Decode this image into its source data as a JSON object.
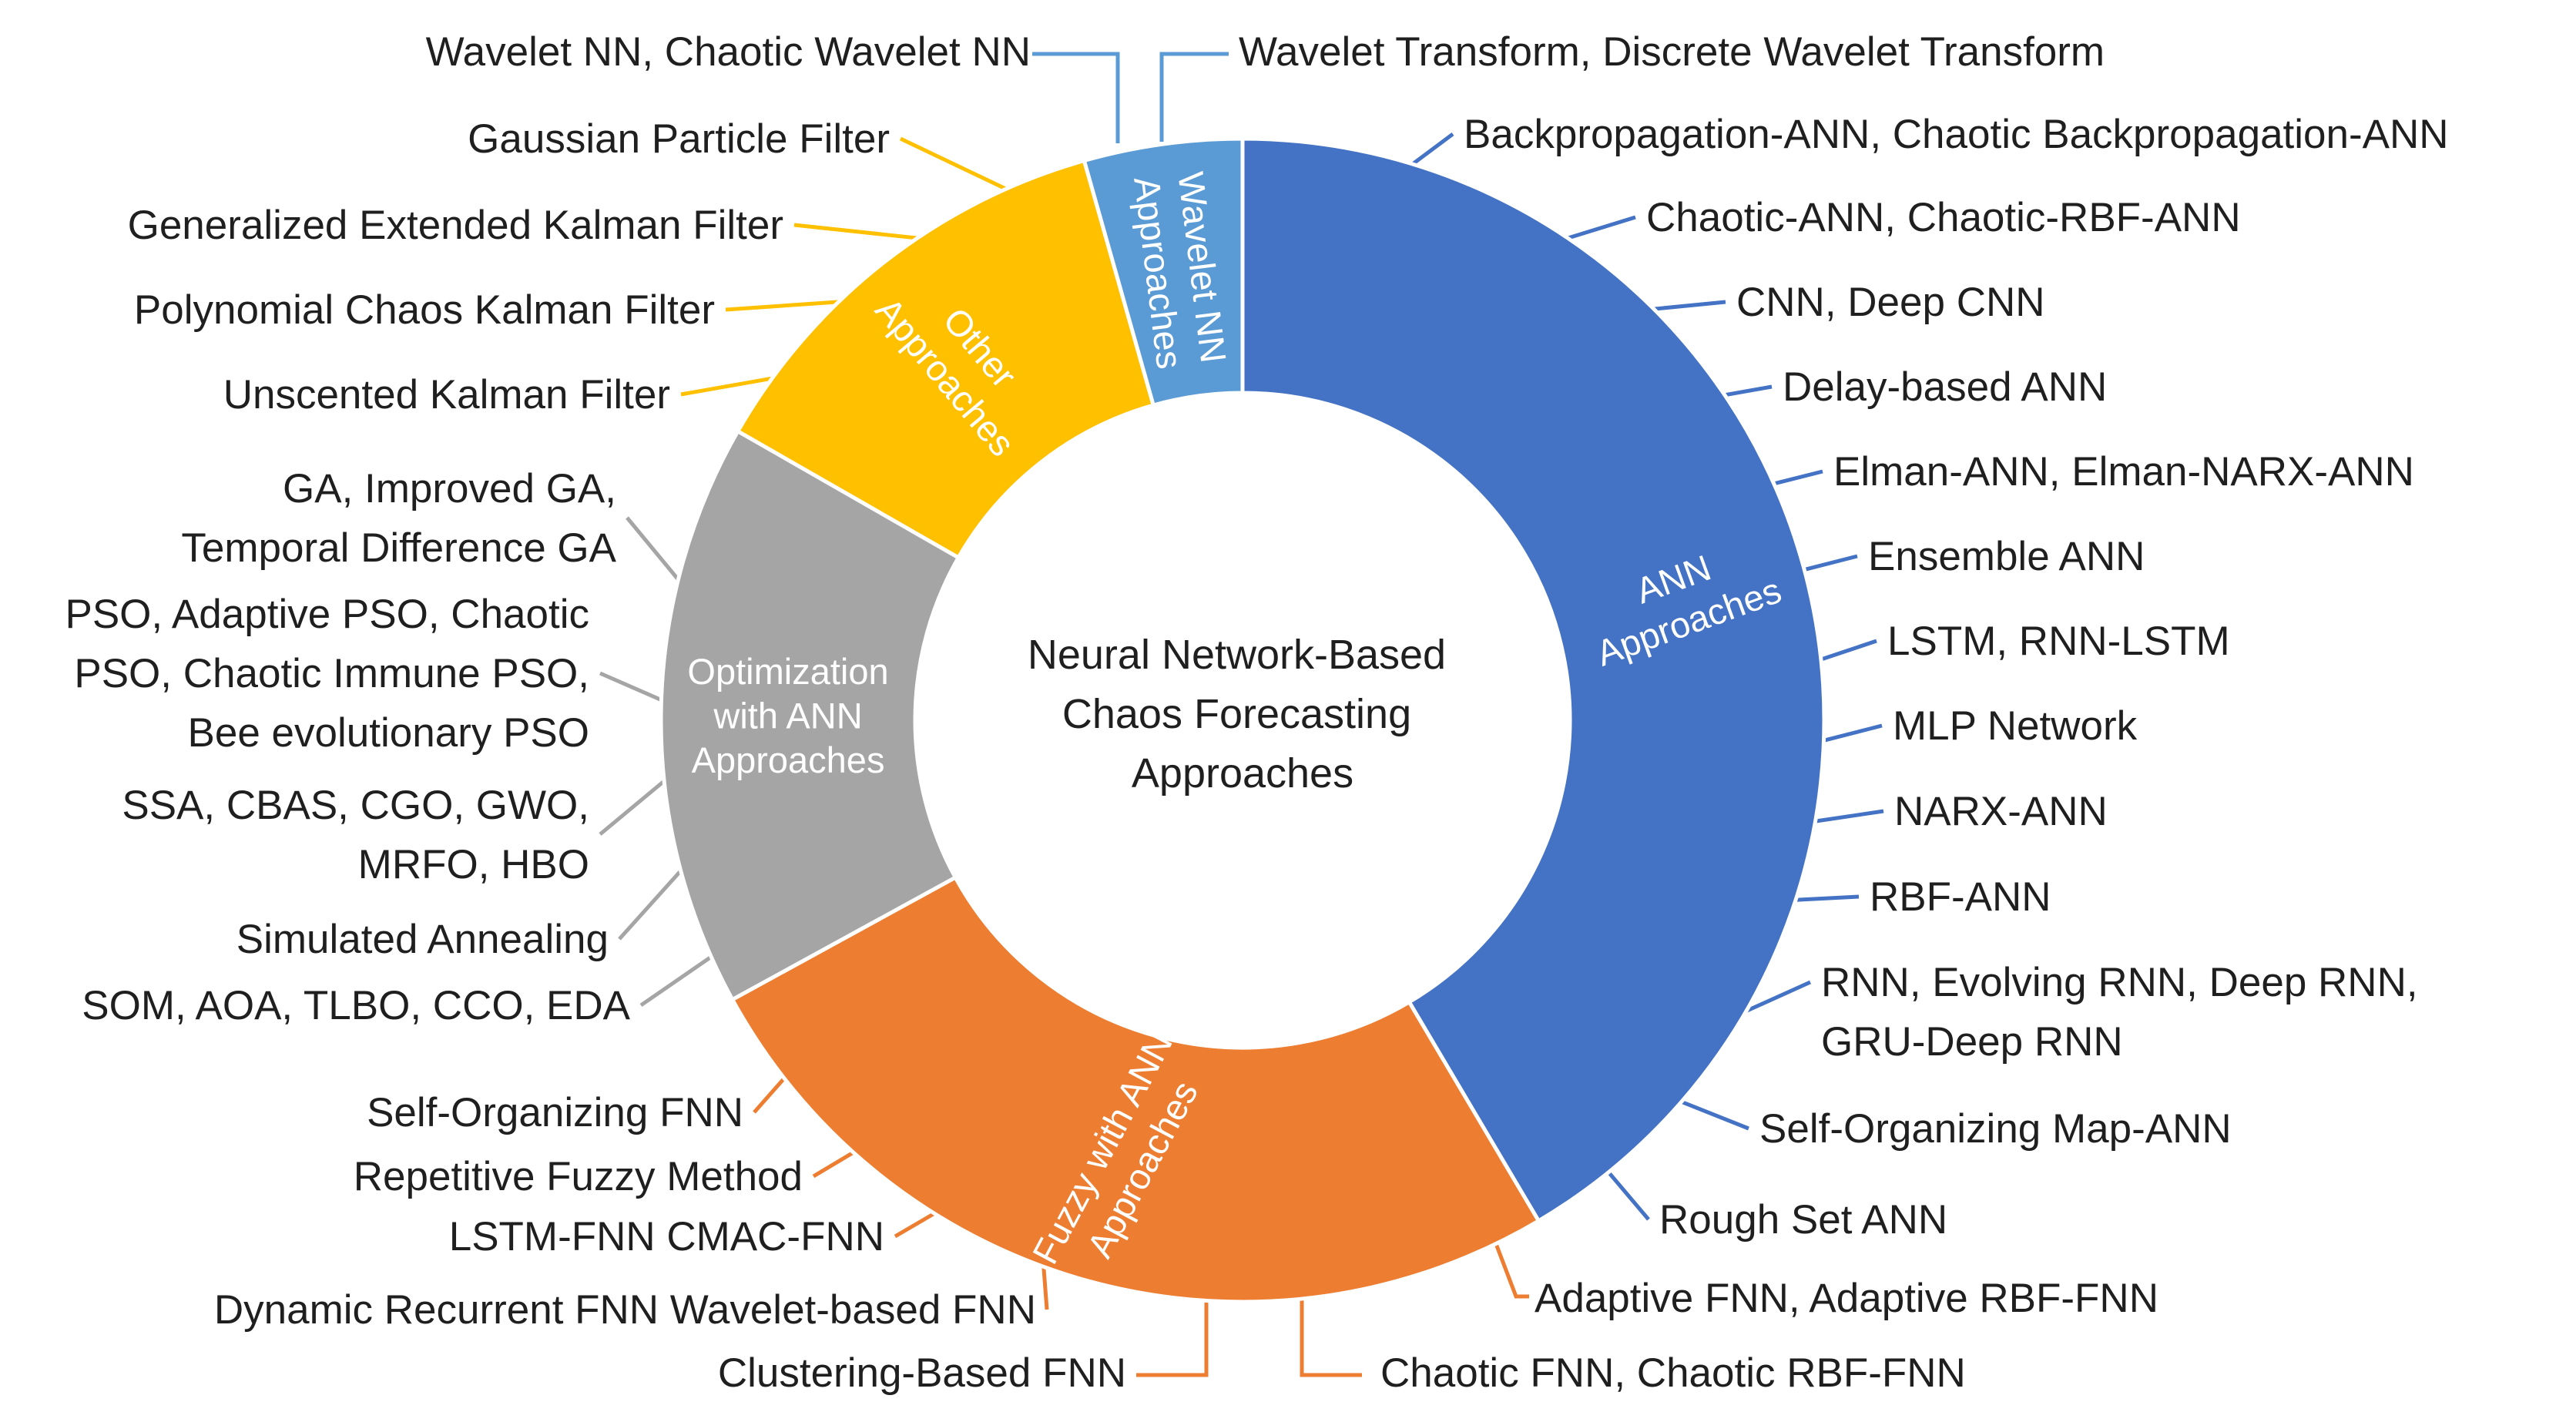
{
  "center": {
    "lines": [
      "Neural Network-Based",
      "Chaos Forecasting",
      "Approaches"
    ]
  },
  "colors": {
    "ann": "#4472C4",
    "fuzzy": "#ED7D31",
    "optimization": "#A5A5A5",
    "other": "#FFC000",
    "wavelet": "#5B9BD5"
  },
  "segments": {
    "ann": {
      "lines": [
        "ANN",
        "Approaches"
      ]
    },
    "fuzzy": {
      "lines": [
        "Fuzzy with ANN",
        "Approaches"
      ]
    },
    "optimization": {
      "lines": [
        "Optimization",
        "with ANN",
        "Approaches"
      ]
    },
    "other": {
      "lines": [
        "Other",
        "Approaches"
      ]
    },
    "wavelet": {
      "lines": [
        "Wavelet NN",
        "Approaches"
      ]
    }
  },
  "leaves": {
    "wavelet": [
      "Wavelet NN, Chaotic Wavelet NN",
      "Wavelet Transform, Discrete Wavelet Transform"
    ],
    "ann": [
      "Backpropagation-ANN, Chaotic Backpropagation-ANN",
      "Chaotic-ANN, Chaotic-RBF-ANN",
      "CNN, Deep CNN",
      "Delay-based ANN",
      "Elman-ANN, Elman-NARX-ANN",
      "Ensemble ANN",
      "LSTM, RNN-LSTM",
      "MLP Network",
      "NARX-ANN",
      "RBF-ANN",
      [
        "RNN, Evolving RNN, Deep RNN,",
        "GRU-Deep RNN"
      ],
      "Self-Organizing Map-ANN",
      "Rough Set ANN"
    ],
    "fuzzy": [
      "Adaptive FNN, Adaptive RBF-FNN",
      "Chaotic FNN, Chaotic RBF-FNN",
      "Clustering-Based FNN",
      "Dynamic Recurrent FNN Wavelet-based FNN",
      "LSTM-FNN CMAC-FNN",
      "Repetitive Fuzzy Method",
      "Self-Organizing FNN"
    ],
    "optimization": [
      "SOM, AOA, TLBO, CCO, EDA",
      "Simulated Annealing",
      [
        "SSA, CBAS, CGO, GWO,",
        "MRFO, HBO"
      ],
      [
        "PSO, Adaptive PSO, Chaotic",
        "PSO, Chaotic Immune PSO,",
        "Bee evolutionary PSO"
      ],
      [
        "GA, Improved GA,",
        "Temporal Difference GA"
      ]
    ],
    "other": [
      "Unscented Kalman Filter",
      "Polynomial Chaos Kalman Filter",
      "Generalized Extended Kalman Filter",
      "Gaussian Particle Filter"
    ]
  }
}
